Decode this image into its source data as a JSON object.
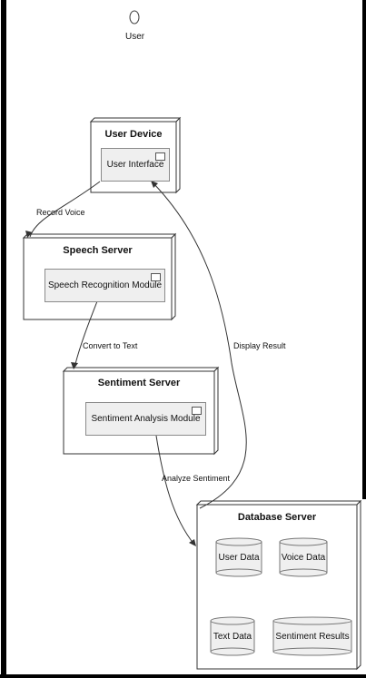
{
  "actor": {
    "label": "User"
  },
  "nodes": {
    "user_device": {
      "title": "User Device",
      "component": "User Interface"
    },
    "speech_server": {
      "title": "Speech Server",
      "component": "Speech Recognition Module"
    },
    "sentiment_server": {
      "title": "Sentiment Server",
      "component": "Sentiment Analysis Module"
    },
    "database_server": {
      "title": "Database Server",
      "stores": [
        "User Data",
        "Voice Data",
        "Text Data",
        "Sentiment Results"
      ]
    }
  },
  "edges": {
    "record_voice": "Record Voice",
    "convert_to_text": "Convert to Text",
    "analyze_sentiment": "Analyze Sentiment",
    "display_result": "Display Result"
  }
}
